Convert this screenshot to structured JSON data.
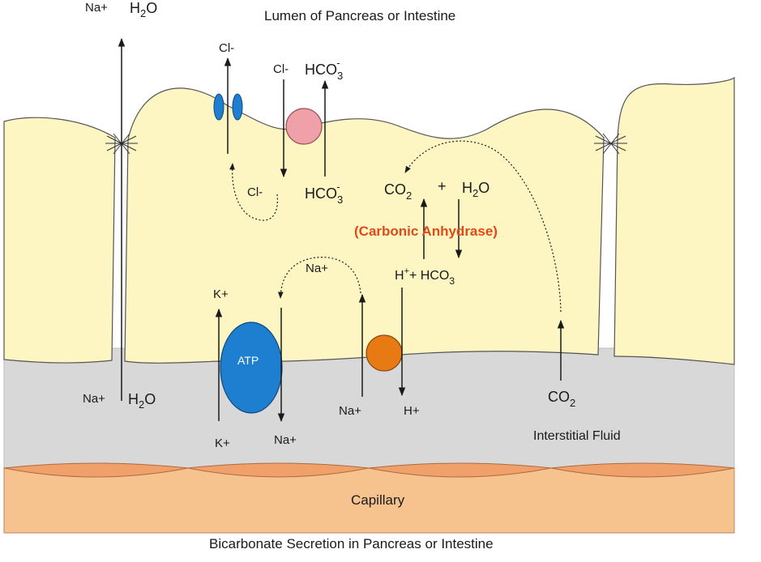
{
  "diagram": {
    "title": "Bicarbonate Secretion in Pancreas or Intestine",
    "regions": {
      "lumen": "Lumen of Pancreas or Intestine",
      "interstitial": "Interstitial Fluid",
      "capillary": "Capillary"
    },
    "pump_label": "ATP",
    "enzyme": "(Carbonic Anhydrase)",
    "labels": {
      "lumen_na": "Na+",
      "lumen_h2o_base": "H",
      "lumen_h2o_sub": "2",
      "lumen_h2o_tail": "O",
      "bottom_na": "Na+",
      "bottom_h2o_base": "H",
      "bottom_h2o_sub": "2",
      "bottom_h2o_tail": "O",
      "cl_out": "Cl-",
      "cl_in_top": "Cl-",
      "hco3_top_base": "HCO",
      "hco3_top_sub": "3",
      "hco3_top_sup": "-",
      "cl_cell": "Cl-",
      "hco3_cell_base": "HCO",
      "hco3_cell_sub": "3",
      "hco3_cell_sup": "-",
      "co2_cell_base": "CO",
      "co2_cell_sub": "2",
      "plus": "+",
      "h2o_cell_base": "H",
      "h2o_cell_sub": "2",
      "h2o_cell_tail": "O",
      "h_plus_base": "H",
      "h_plus_sup": "+",
      "h_plus_tail": "+ HCO",
      "h_plus_sub": "3",
      "na_cell": "Na+",
      "k_cell": "K+",
      "k_out": "K+",
      "na_out_pump": "Na+",
      "na_in_exchanger": "Na+",
      "h_out": "H+",
      "co2_if_base": "CO",
      "co2_if_sub": "2"
    },
    "colors": {
      "cell_fill": "#fdf6c3",
      "interstitial_fill": "#d8d8d8",
      "capillary_fill": "#f6c28e",
      "capillary_cells": "#f0a06a",
      "cl_channel": "#1e7fd0",
      "exchanger": "#f0a0a8",
      "atp_pump": "#1e7fd0",
      "nh_exchanger": "#e87a14",
      "enzyme_text": "#e04a1a"
    }
  }
}
